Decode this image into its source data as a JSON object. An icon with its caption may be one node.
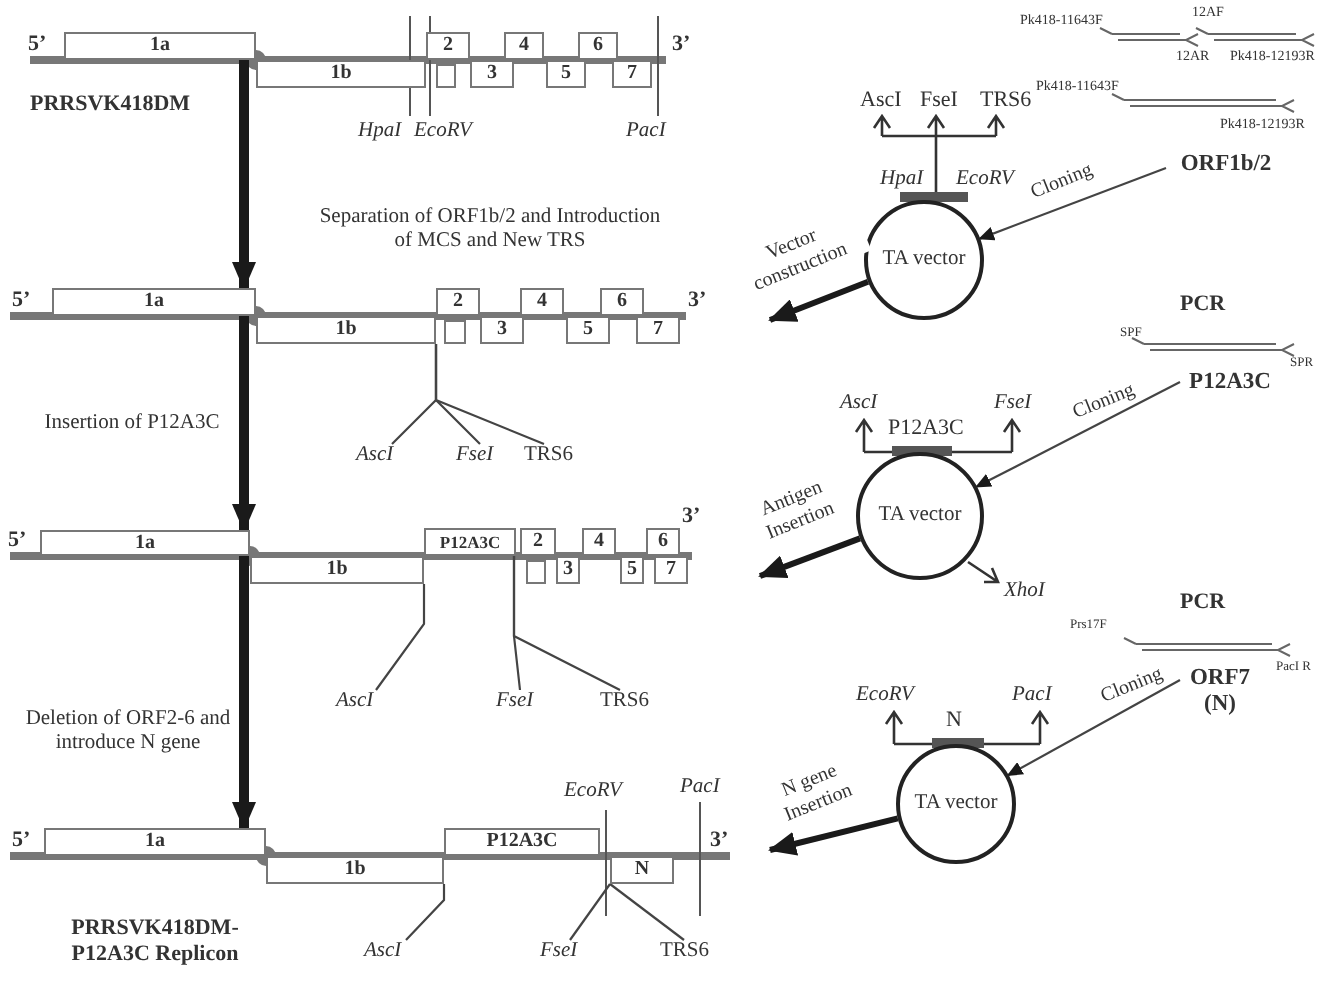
{
  "diagram": {
    "nodes": [
      {
        "text": [
          "1a"
        ]
      },
      {
        "text": [
          "1b"
        ]
      },
      {
        "text": [
          "2"
        ]
      },
      {
        "text": [],
        "shape": "box"
      },
      {
        "text": [
          "3"
        ]
      },
      {
        "text": [
          "4"
        ]
      },
      {
        "text": [
          "5"
        ]
      },
      {
        "text": [
          "6"
        ]
      },
      {
        "text": [
          "7"
        ]
      },
      {
        "text": [
          "1a"
        ]
      },
      {
        "text": [
          "1b"
        ]
      },
      {
        "text": [
          "2"
        ]
      },
      {
        "text": [],
        "shape": "box"
      },
      {
        "text": [
          "3"
        ]
      },
      {
        "text": [
          "4"
        ]
      },
      {
        "text": [
          "5"
        ]
      },
      {
        "text": [
          "6"
        ]
      },
      {
        "text": [
          "7"
        ]
      },
      {
        "text": [
          "1a"
        ]
      },
      {
        "text": [
          "1b"
        ]
      },
      {
        "text": [
          "P12A3C"
        ]
      },
      {
        "text": [
          "2"
        ]
      },
      {
        "text": [],
        "shape": "box"
      },
      {
        "text": [
          "3"
        ]
      },
      {
        "text": [
          "4"
        ]
      },
      {
        "text": [
          "5"
        ]
      },
      {
        "text": [
          "6"
        ]
      },
      {
        "text": [
          "7"
        ]
      },
      {
        "text": [
          "1a"
        ]
      },
      {
        "text": [
          "1b"
        ]
      },
      {
        "text": [
          "P12A3C"
        ]
      },
      {
        "text": [
          "N"
        ]
      },
      {
        "text": [
          "TA vector"
        ]
      },
      {
        "text": [
          "TA vector"
        ]
      },
      {
        "text": [
          "TA vector"
        ]
      },
      {
        "text": [
          "ORF1b/2"
        ]
      },
      {
        "text": [
          "P12A3C"
        ]
      },
      {
        "text": [
          "ORF7 (N)"
        ]
      },
      {
        "text": [
          "AscI"
        ]
      },
      {
        "text": [
          "FseI"
        ]
      },
      {
        "text": [
          "TRS6"
        ]
      },
      {
        "text": [
          "AscI"
        ]
      },
      {
        "text": [
          "FseI"
        ]
      },
      {
        "text": [
          "TRS6"
        ]
      },
      {
        "text": [
          "AscI"
        ]
      },
      {
        "text": [
          "FseI"
        ]
      },
      {
        "text": [
          "TRS6"
        ]
      }
    ],
    "edges": [
      {
        "from": 0,
        "to": 9,
        "arrow": "to",
        "style": "thick",
        "label": "Separation of ORF1b/2 and Introduction of MCS and New TRS"
      },
      {
        "from": 9,
        "to": 18,
        "arrow": "to",
        "style": "thick",
        "label": "Insertion of P12A3C"
      },
      {
        "from": 18,
        "to": 28,
        "arrow": "to",
        "style": "thick",
        "label": "Deletion of ORF2-6 and introduce N gene"
      },
      {
        "from": 35,
        "to": 32,
        "arrow": "to",
        "label": "Cloning"
      },
      {
        "from": 32,
        "to": null,
        "arrow": "to",
        "style": "thick",
        "label": "Vector construction"
      },
      {
        "from": 36,
        "to": 33,
        "arrow": "to",
        "label": "Cloning"
      },
      {
        "from": 33,
        "to": null,
        "arrow": "to",
        "style": "thick",
        "label": "Antigen Insertion"
      },
      {
        "from": 37,
        "to": 34,
        "arrow": "to",
        "label": "Cloning"
      },
      {
        "from": 34,
        "to": null,
        "arrow": "to",
        "style": "thick",
        "label": "N gene Insertion"
      },
      {
        "from": 38,
        "to": 10,
        "arrow": "none"
      },
      {
        "from": 39,
        "to": 10,
        "arrow": "none"
      },
      {
        "from": 40,
        "to": 10,
        "arrow": "none"
      },
      {
        "from": 41,
        "to": 19,
        "arrow": "none"
      },
      {
        "from": 42,
        "to": 20,
        "arrow": "none"
      },
      {
        "from": 43,
        "to": 20,
        "arrow": "none"
      },
      {
        "from": 44,
        "to": 29,
        "arrow": "none"
      },
      {
        "from": 45,
        "to": 31,
        "arrow": "none"
      },
      {
        "from": 46,
        "to": 31,
        "arrow": "none"
      }
    ],
    "labels": [
      "5’",
      "3’",
      "HpaI",
      "EcoRV",
      "PacI",
      "PRRSVK418DM",
      "5’",
      "3’",
      "5’",
      "3’",
      "EcoRV",
      "PacI",
      "5’",
      "3’",
      "PRRSVK418DM- P12A3C Replicon",
      "Pk418-11643F",
      "12AF",
      "12AR",
      "Pk418-12193R",
      "Pk418-11643F",
      "Pk418-12193R",
      "AscI",
      "FseI",
      "TRS6",
      "HpaI",
      "EcoRV",
      "PCR",
      "SPF",
      "SPR",
      "AscI",
      "P12A3C",
      "FseI",
      "XhoI",
      "PCR",
      "Prs17F",
      "PacI R",
      "EcoRV",
      "N",
      "PacI"
    ]
  }
}
